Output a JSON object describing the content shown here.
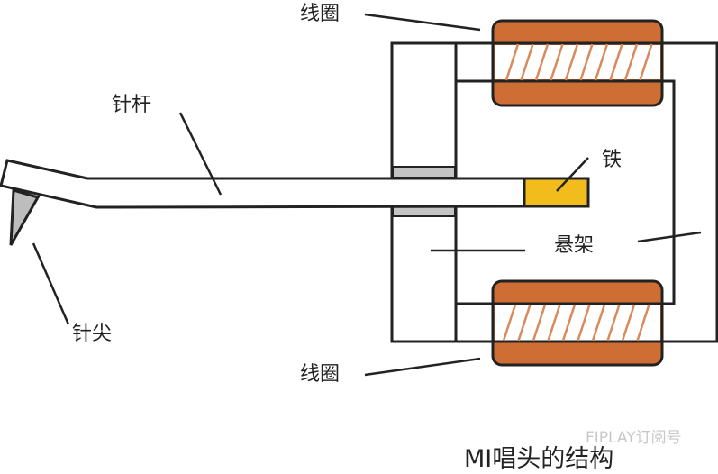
{
  "labels": {
    "coil_top": "线圈",
    "coil_bottom": "线圈",
    "cantilever": "针杆",
    "stylus_tip": "针尖",
    "iron": "铁",
    "suspension": "悬架"
  },
  "title": "MI唱头的结构",
  "watermark": "FIPLAY订阅号",
  "colors": {
    "coil": "#cf6e34",
    "wire": "#e6a27a",
    "iron": "#f2bd1c",
    "spacer": "#c4c4c4",
    "stylus": "#bdbdbd",
    "line": "#222222"
  }
}
